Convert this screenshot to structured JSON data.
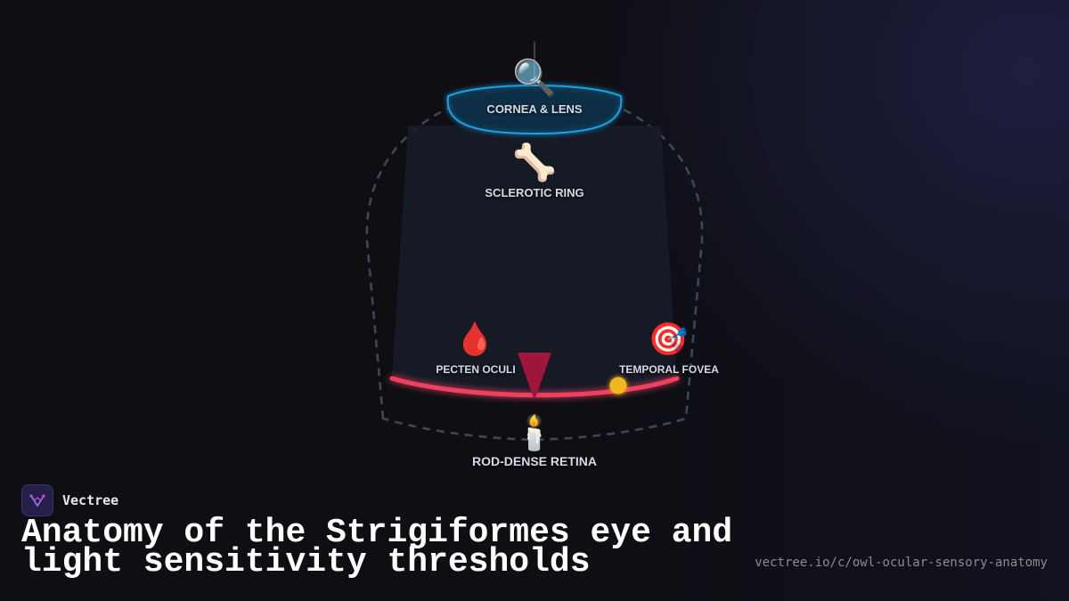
{
  "diagram": {
    "parts": {
      "cornea_lens": {
        "label": "CORNEA & LENS",
        "icon": "magnifying-glass-icon",
        "glyph": "🔍"
      },
      "sclerotic_ring": {
        "label": "SCLEROTIC RING",
        "icon": "bone-icon",
        "glyph": "🦴"
      },
      "pecten_oculi": {
        "label": "PECTEN OCULI",
        "icon": "blood-drop-icon",
        "glyph": "🩸"
      },
      "temporal_fovea": {
        "label": "TEMPORAL FOVEA",
        "icon": "target-icon",
        "glyph": "🎯"
      },
      "retina": {
        "label": "ROD-DENSE RETINA",
        "icon": "candle-icon",
        "glyph": "🕯️"
      }
    },
    "colors": {
      "cornea": "#1aa3e6",
      "retina": "#f0405e",
      "pecten": "#a0163a",
      "fovea": "#f2b71c",
      "outline": "#3d475a"
    }
  },
  "brand": {
    "name": "Vectree",
    "icon": "vectree-logo-icon"
  },
  "title": "Anatomy of the Strigiformes eye and light sensitivity thresholds",
  "url": "vectree.io/c/owl-ocular-sensory-anatomy"
}
